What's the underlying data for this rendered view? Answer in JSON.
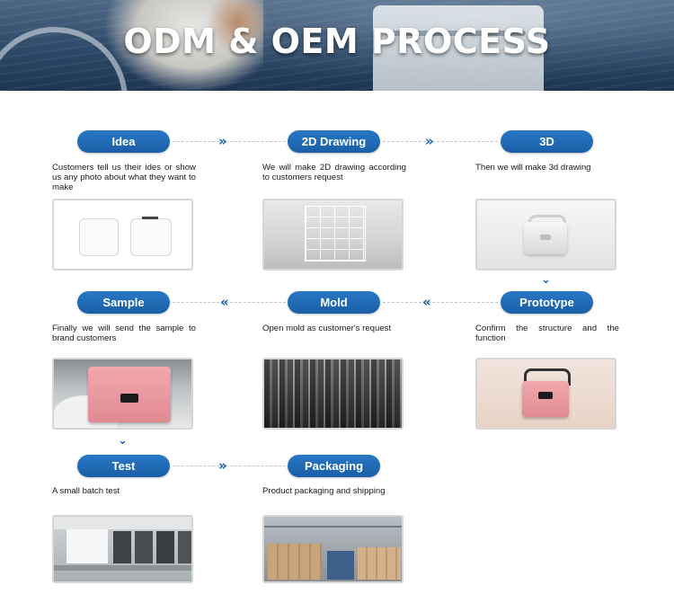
{
  "banner": {
    "title": "ODM & OEM PROCESS"
  },
  "steps": {
    "idea": {
      "label": "Idea",
      "desc": "Customers tell us their ides or show us any photo about what they want to make"
    },
    "drawing2d": {
      "label": "2D Drawing",
      "desc": "We will make 2D drawing according to customers request"
    },
    "model3d": {
      "label": "3D",
      "desc": "Then we will make 3d drawing"
    },
    "sample": {
      "label": "Sample",
      "desc": "Finally we will send the sample to brand customers"
    },
    "mold": {
      "label": "Mold",
      "desc": "Open mold as customer's request"
    },
    "prototype": {
      "label": "Prototype",
      "desc": "Confirm the structure and the function"
    },
    "test": {
      "label": "Test",
      "desc": "A small batch test"
    },
    "packaging": {
      "label": "Packaging",
      "desc": "Product packaging and shipping"
    }
  },
  "arrows": {
    "right": "»",
    "left": "«",
    "down": "⌄"
  },
  "colors": {
    "accent": "#1a5fa6",
    "banner": "#2d4968",
    "pink": "#f2a8ad"
  }
}
